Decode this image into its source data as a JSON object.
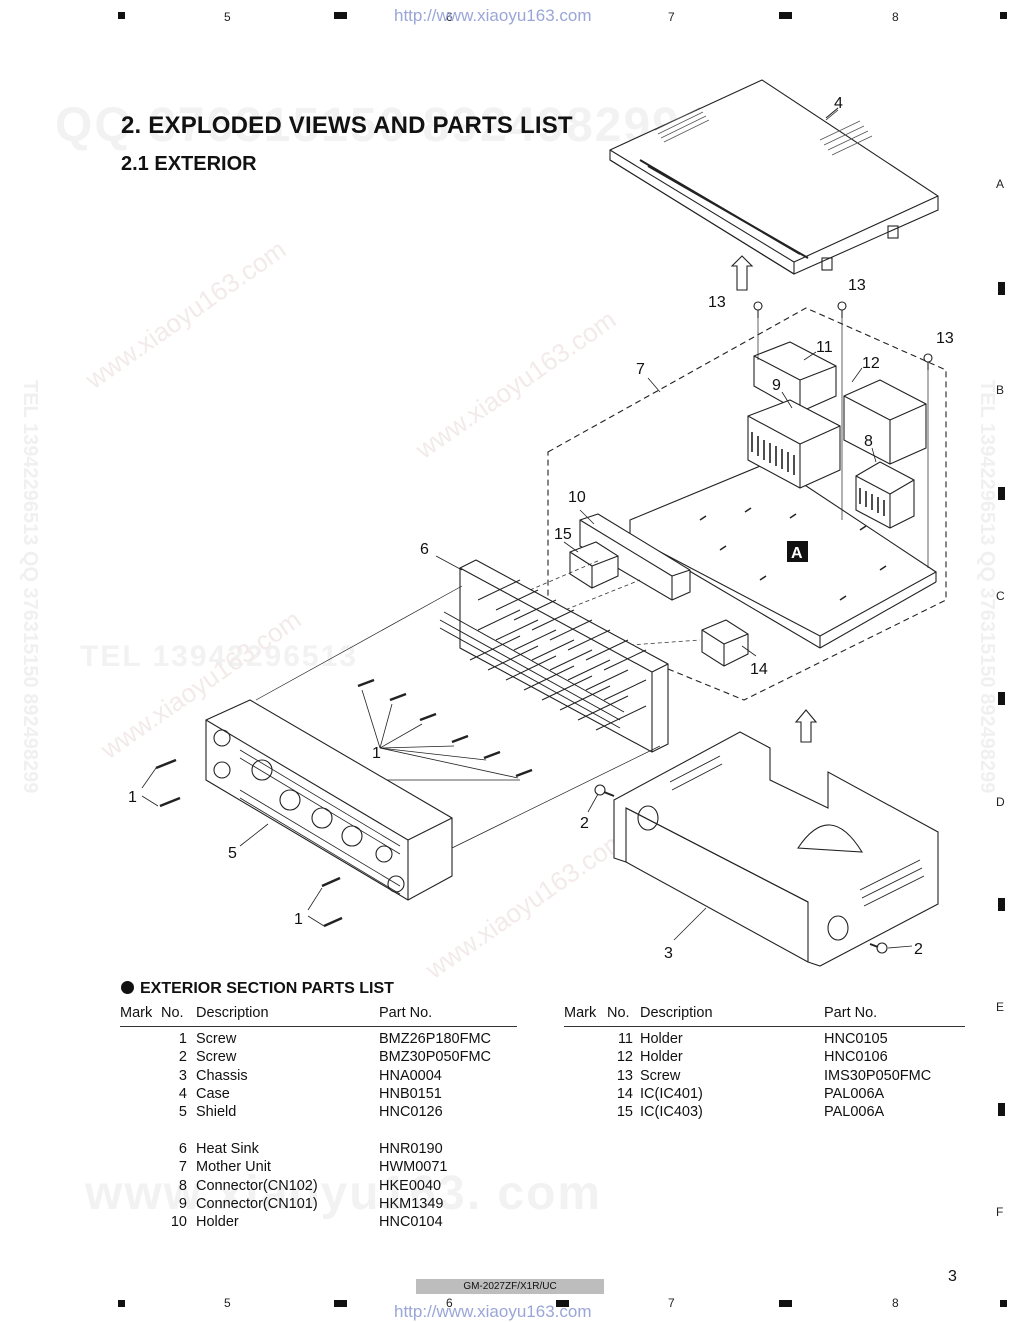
{
  "header": {
    "grid_numbers": [
      "5",
      "6",
      "7",
      "8"
    ],
    "url": "http://www.xiaoyu163.com"
  },
  "side_letters": [
    "A",
    "B",
    "C",
    "D",
    "E",
    "F"
  ],
  "title": "2. EXPLODED VIEWS AND PARTS LIST",
  "subtitle": "2.1 EXTERIOR",
  "watermarks": {
    "qq_line": "QQ 376315150  892498299",
    "site_line": "www.xiaoyu163.com",
    "tel_line": "TEL 13942296513",
    "bottom_site": "www.xiaoyu163. com",
    "side_tel": "TEL 13942296513  QQ 376315150  892498299"
  },
  "diagram": {
    "callouts": [
      "1",
      "1",
      "1",
      "1",
      "2",
      "2",
      "3",
      "4",
      "5",
      "6",
      "7",
      "8",
      "9",
      "10",
      "11",
      "12",
      "13",
      "13",
      "13",
      "14",
      "15"
    ],
    "board_label": "A"
  },
  "parts_list": {
    "heading": "EXTERIOR SECTION PARTS LIST",
    "columns": {
      "mark": "Mark",
      "no": "No.",
      "description": "Description",
      "part_no": "Part No."
    },
    "left_rows": [
      {
        "no": "1",
        "description": "Screw",
        "part_no": "BMZ26P180FMC"
      },
      {
        "no": "2",
        "description": "Screw",
        "part_no": "BMZ30P050FMC"
      },
      {
        "no": "3",
        "description": "Chassis",
        "part_no": "HNA0004"
      },
      {
        "no": "4",
        "description": "Case",
        "part_no": "HNB0151"
      },
      {
        "no": "5",
        "description": "Shield",
        "part_no": "HNC0126"
      },
      {
        "no": "6",
        "description": "Heat Sink",
        "part_no": "HNR0190"
      },
      {
        "no": "7",
        "description": "Mother Unit",
        "part_no": "HWM0071"
      },
      {
        "no": "8",
        "description": "Connector(CN102)",
        "part_no": "HKE0040"
      },
      {
        "no": "9",
        "description": "Connector(CN101)",
        "part_no": "HKM1349"
      },
      {
        "no": "10",
        "description": "Holder",
        "part_no": "HNC0104"
      }
    ],
    "right_rows": [
      {
        "no": "11",
        "description": "Holder",
        "part_no": "HNC0105"
      },
      {
        "no": "12",
        "description": "Holder",
        "part_no": "HNC0106"
      },
      {
        "no": "13",
        "description": "Screw",
        "part_no": "IMS30P050FMC"
      },
      {
        "no": "14",
        "description": "IC(IC401)",
        "part_no": "PAL006A"
      },
      {
        "no": "15",
        "description": "IC(IC403)",
        "part_no": "PAL006A"
      }
    ]
  },
  "footer": {
    "model": "GM-2027ZF/X1R/UC",
    "page_number": "3",
    "url": "http://www.xiaoyu163.com"
  }
}
